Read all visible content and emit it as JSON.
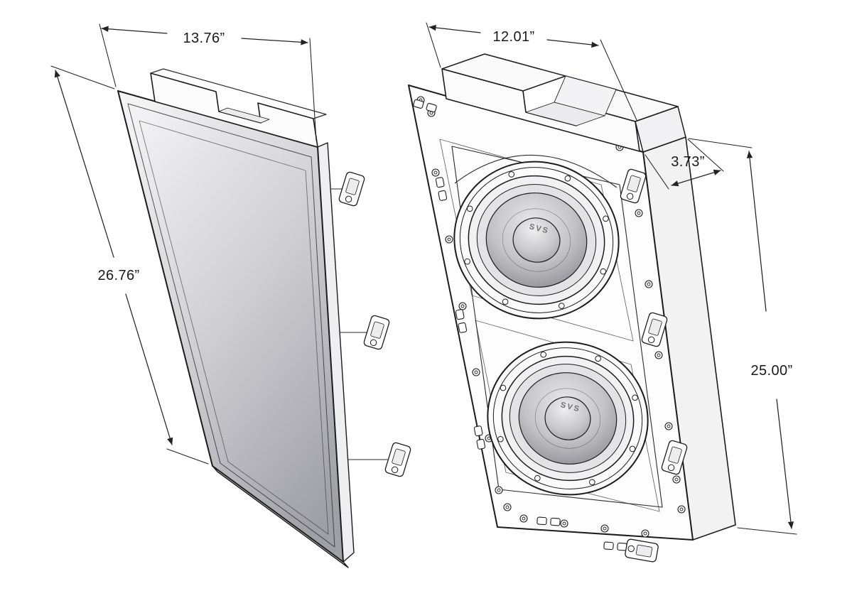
{
  "colors": {
    "line": "#1c1c1f",
    "dimension_line": "#222222",
    "grille_face_light": "#f3f3f4",
    "grille_face_dark": "#9fa0a6",
    "background": "#ffffff"
  },
  "dimensions": {
    "grille_width": "13.76”",
    "grille_height": "26.76”",
    "frame_width": "12.01”",
    "enclosure_depth": "3.73”",
    "frame_height": "25.00”"
  },
  "driver_logo": "SVS"
}
